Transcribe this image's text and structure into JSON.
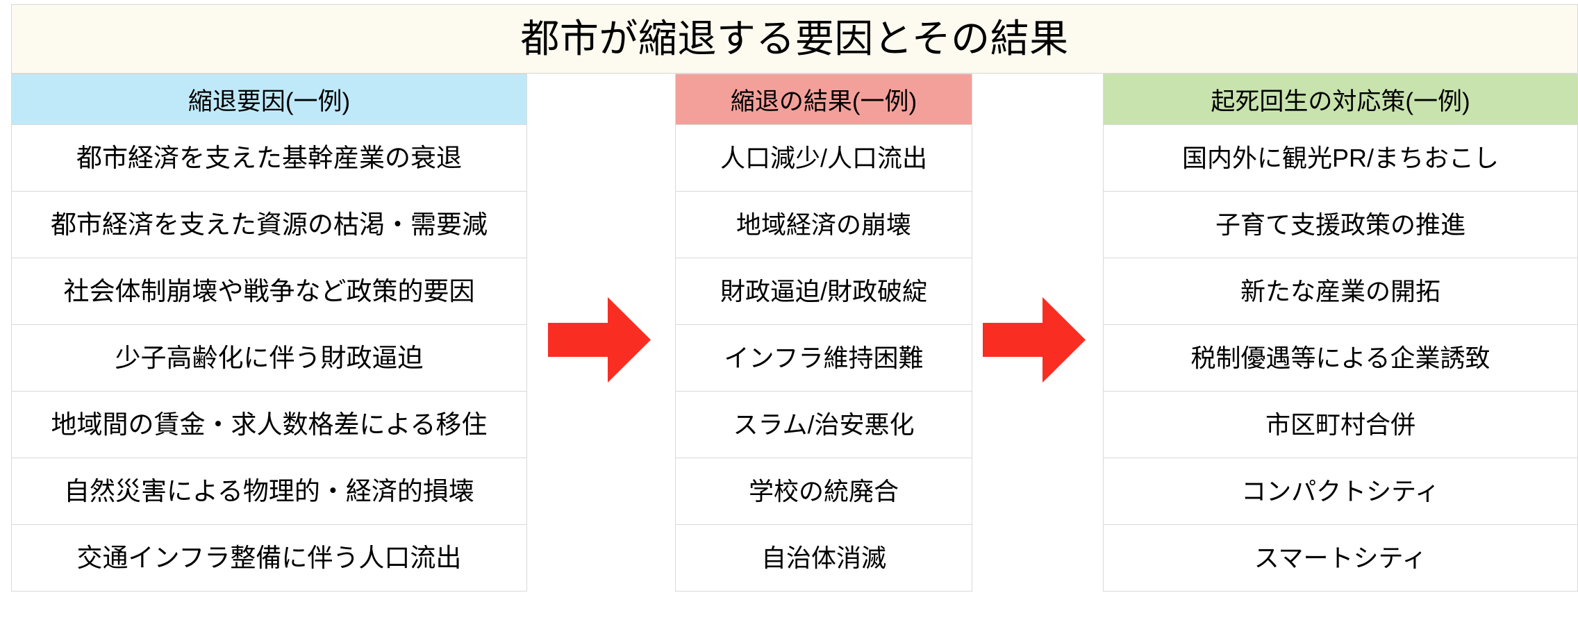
{
  "title": "都市が縮退する要因とその結果",
  "colors": {
    "title_bg": "#fdfaef",
    "col1_header_bg": "#bfe9f9",
    "col2_header_bg": "#f4a09a",
    "col3_header_bg": "#c8e3ae",
    "arrow": "#fa2d22",
    "grid_line": "#d9d9d9",
    "text": "#000000"
  },
  "columns": [
    {
      "header": "縮退要因(一例)",
      "rows": [
        "都市経済を支えた基幹産業の衰退",
        "都市経済を支えた資源の枯渇・需要減",
        "社会体制崩壊や戦争など政策的要因",
        "少子高齢化に伴う財政逼迫",
        "地域間の賃金・求人数格差による移住",
        "自然災害による物理的・経済的損壊",
        "交通インフラ整備に伴う人口流出"
      ]
    },
    {
      "header": "縮退の結果(一例)",
      "rows": [
        "人口減少/人口流出",
        "地域経済の崩壊",
        "財政逼迫/財政破綻",
        "インフラ維持困難",
        "スラム/治安悪化",
        "学校の統廃合",
        "自治体消滅"
      ]
    },
    {
      "header": "起死回生の対応策(一例)",
      "rows": [
        "国内外に観光PR/まちおこし",
        "子育て支援政策の推進",
        "新たな産業の開拓",
        "税制優遇等による企業誘致",
        "市区町村合併",
        "コンパクトシティ",
        "スマートシティ"
      ]
    }
  ],
  "arrows": [
    {
      "name": "right-arrow-icon"
    },
    {
      "name": "right-arrow-icon"
    }
  ]
}
